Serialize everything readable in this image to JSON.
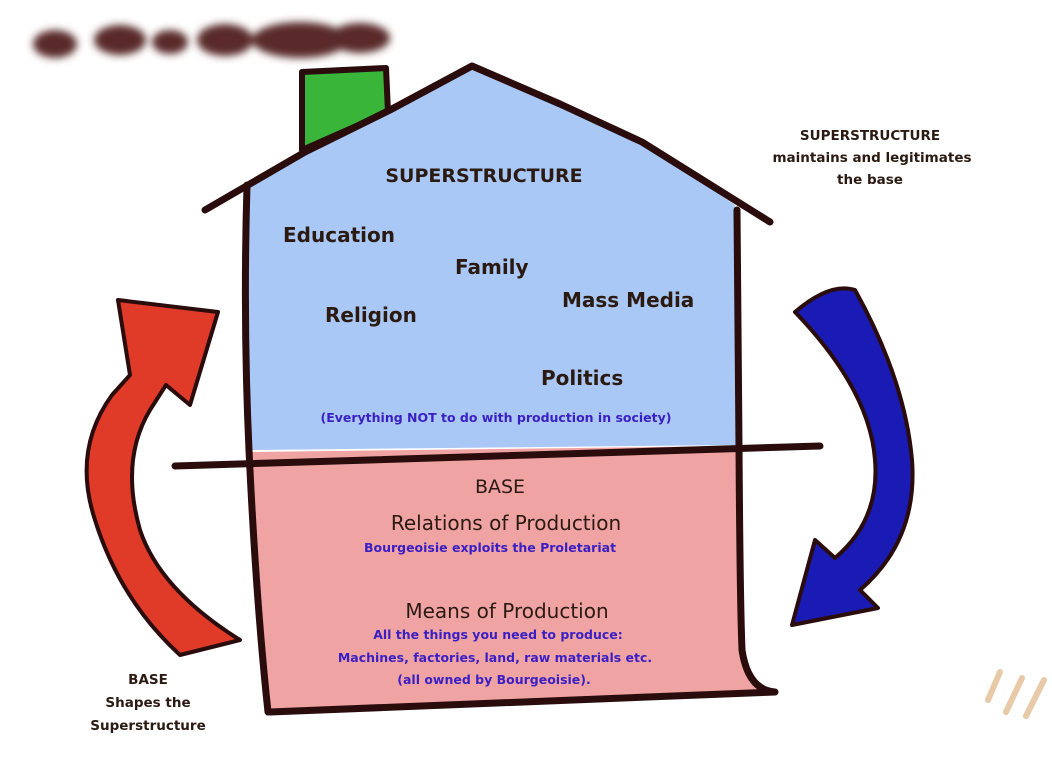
{
  "colors": {
    "outline": "#2a0c0c",
    "superstructure_fill": "#a9c8f5",
    "base_fill": "#f0a3a3",
    "chimney": "#39b53a",
    "smoke": "#5a2a2a",
    "arrow_left": "#e03a28",
    "arrow_right": "#1a1ab4",
    "dark_text": "#2b1a12",
    "blue_text": "#3a1fc4",
    "corner_hatch": "#e8c9a8"
  },
  "superstructure": {
    "title": "SUPERSTRUCTURE",
    "items": {
      "education": "Education",
      "family": "Family",
      "religion": "Religion",
      "mass_media": "Mass Media",
      "politics": "Politics"
    },
    "note": "(Everything NOT to do with production in society)"
  },
  "base": {
    "title": "BASE",
    "relations": {
      "heading": "Relations of Production",
      "description": "Bourgeoisie exploits the Proletariat"
    },
    "means": {
      "heading": "Means of Production",
      "line1": "All the things you need to produce:",
      "line2": "Machines, factories, land, raw materials etc.",
      "line3": "(all owned by Bourgeoisie)."
    }
  },
  "annotations": {
    "right": {
      "line1": "SUPERSTRUCTURE",
      "line2": "maintains and legitimates",
      "line3": "the base"
    },
    "left": {
      "line1": "BASE",
      "line2": "Shapes the",
      "line3": "Superstructure"
    }
  }
}
